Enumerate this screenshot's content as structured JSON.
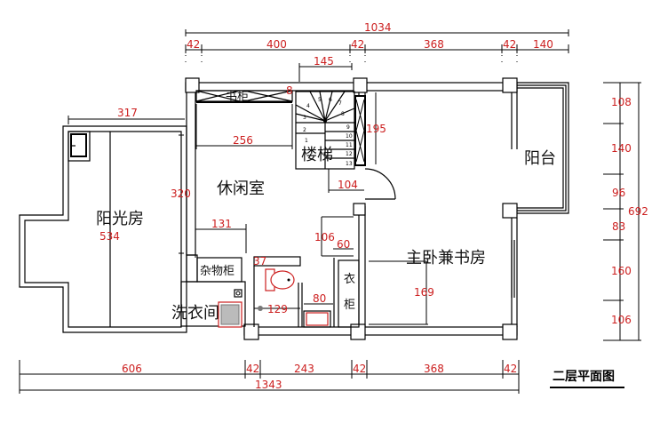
{
  "title": "二层平面图",
  "rooms": {
    "sunroom": "阳光房",
    "lounge": "休闲室",
    "stairs": "楼梯",
    "balcony": "阳台",
    "master_study": "主卧兼书房",
    "storage": "杂物柜",
    "laundry": "洗衣间",
    "wardrobe_1": "衣",
    "wardrobe_2": "柜",
    "bookcase": "书柜"
  },
  "stair_steps": [
    "1",
    "2",
    "3",
    "4",
    "5",
    "6",
    "7",
    "8",
    "9",
    "10",
    "11",
    "12",
    "13"
  ],
  "dimensions": {
    "top_total": "1034",
    "top_segments": [
      "42",
      "400",
      "42",
      "368",
      "42",
      "140"
    ],
    "stair_width": "145",
    "bottom_segments": [
      "606",
      "42",
      "243",
      "42",
      "368",
      "42"
    ],
    "bottom_total": "1343",
    "right_segments": [
      "108",
      "140",
      "96",
      "83",
      "160",
      "106"
    ],
    "right_total": "692",
    "sunroom_width": "317",
    "sunroom_depth": "534",
    "lounge_height": "320",
    "bookcase_width": "256",
    "bookcase_offset": "8",
    "screen_height": "195",
    "door_width": "104",
    "storage_width": "131",
    "closet_depth": "106",
    "closet_width": "60",
    "toilet_offset": "37",
    "bath_width": "129",
    "sink_width": "80",
    "bedroom_depth": "169"
  },
  "colors": {
    "dimension_text": "#cc1f1f",
    "line": "#000000",
    "fixture": "#cc1f1f"
  }
}
